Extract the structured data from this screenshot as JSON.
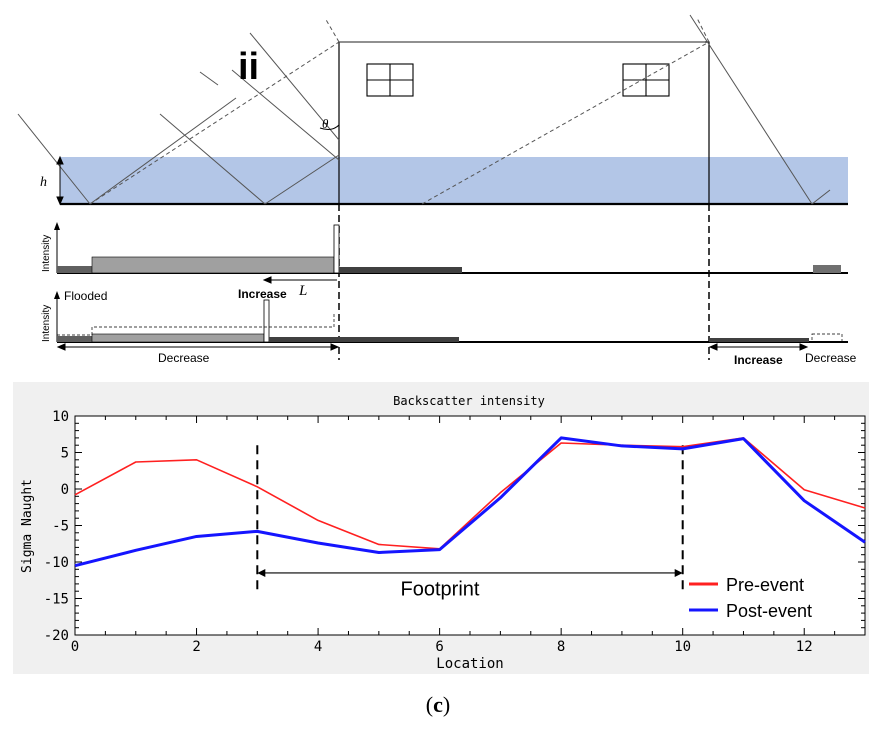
{
  "diagram": {
    "panel_label": "ii",
    "angle_symbol": "θ",
    "height_symbol": "h",
    "length_symbol": "L",
    "intensity_label": "Intensity",
    "flooded_label": "Flooded",
    "increase_label": "Increase",
    "decrease_label": "Decrease",
    "colors": {
      "water": "#b3c6e7",
      "bar_light": "#a0a0a0",
      "bar_dark": "#404040"
    }
  },
  "chart_data": {
    "type": "line",
    "title": "Backscatter intensity",
    "xlabel": "Location",
    "ylabel": "Sigma Naught",
    "xlim": [
      0,
      13
    ],
    "ylim": [
      -20,
      10
    ],
    "x_ticks": [
      "0",
      "2",
      "4",
      "6",
      "8",
      "10",
      "12"
    ],
    "y_ticks": [
      "10",
      "5",
      "0",
      "-5",
      "-10",
      "-15",
      "-20"
    ],
    "x": [
      0,
      1,
      2,
      3,
      4,
      5,
      6,
      7,
      8,
      9,
      10,
      11,
      12,
      13
    ],
    "series": [
      {
        "name": "Pre-event",
        "color": "#ff2020",
        "values": [
          -0.8,
          3.7,
          4.0,
          0.3,
          -4.3,
          -7.6,
          -8.2,
          -0.5,
          6.3,
          6.0,
          5.8,
          7.0,
          -0.1,
          -2.6
        ]
      },
      {
        "name": "Post-event",
        "color": "#1515ff",
        "values": [
          -10.5,
          -8.4,
          -6.5,
          -5.8,
          -7.4,
          -8.7,
          -8.3,
          -1.2,
          7.0,
          5.9,
          5.5,
          6.9,
          -1.6,
          -7.3
        ]
      }
    ],
    "annotation": "Footprint",
    "footprint_range": [
      3,
      10
    ],
    "grid": false,
    "legend_position": "bottom-right",
    "background": "#f0f0f0"
  },
  "caption": {
    "open": "(",
    "letter": "c",
    "close": ")"
  }
}
